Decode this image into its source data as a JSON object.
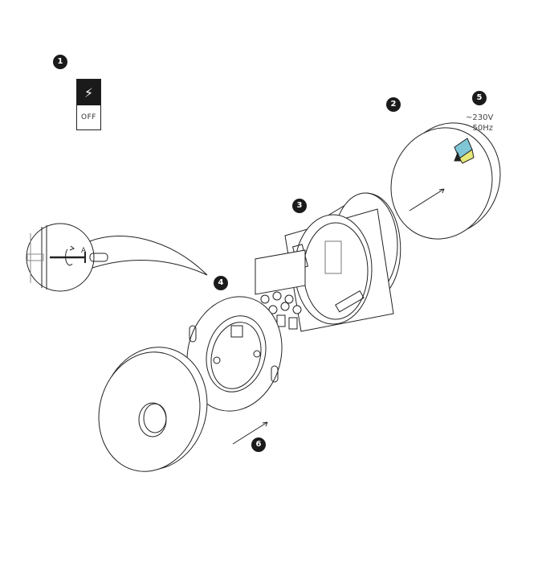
{
  "steps": [
    "1",
    "2",
    "3",
    "4",
    "5",
    "6"
  ],
  "switch": {
    "icon": "lightning-icon",
    "state_label": "OFF"
  },
  "power": {
    "voltage": "~230V",
    "frequency": "50Hz"
  },
  "detail": {
    "label": "A"
  },
  "colors": {
    "badge": "#1a1a1a",
    "wire_blue": "#7fc6d6",
    "wire_yellow": "#e6e87a",
    "line": "#222222"
  }
}
